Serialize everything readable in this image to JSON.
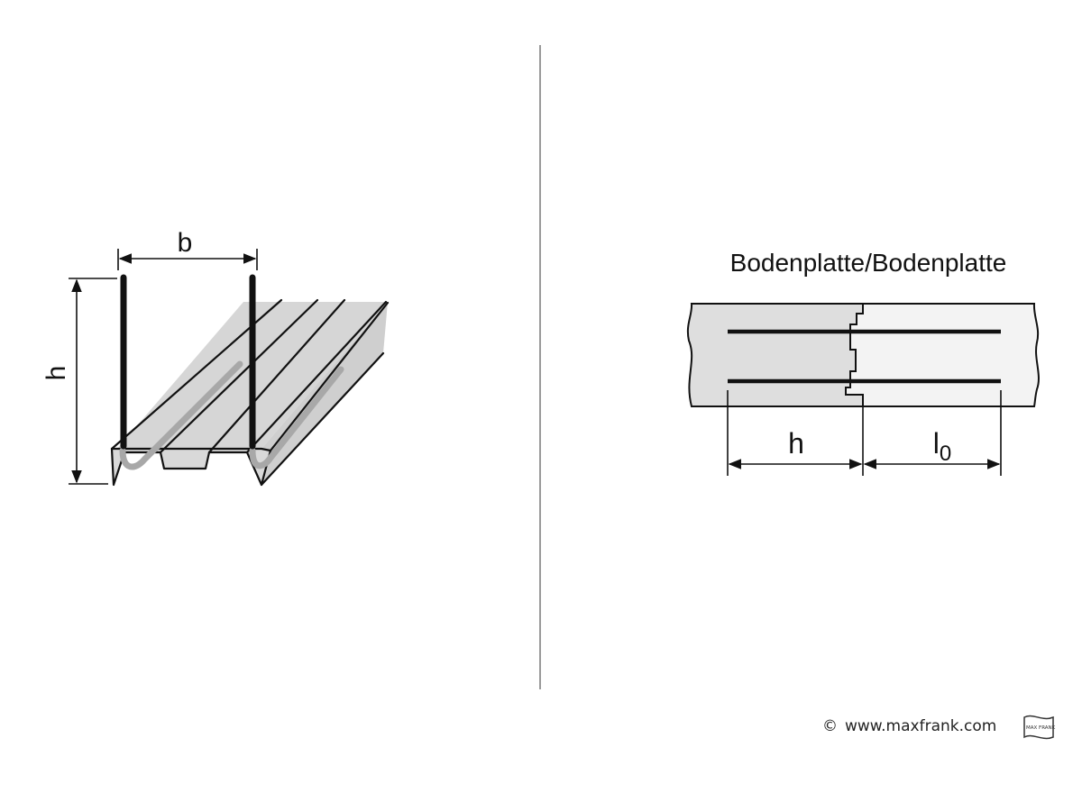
{
  "left_diagram": {
    "dim_width_label": "b",
    "dim_height_label": "h"
  },
  "right_diagram": {
    "title": "Bodenplatte/Bodenplatte",
    "dim_h_label": "h",
    "dim_l_label": "l",
    "dim_l_subscript": "0"
  },
  "footer": {
    "copyright_symbol": "©",
    "website": "www.maxfrank.com",
    "logo_text": "MAX FRANK"
  },
  "colors": {
    "line": "#111111",
    "panel_fill": "#dcdcdc",
    "panel_light": "#f2f2f2",
    "divider": "#9a9a9a",
    "grey_rebar": "#a8a8a8"
  }
}
